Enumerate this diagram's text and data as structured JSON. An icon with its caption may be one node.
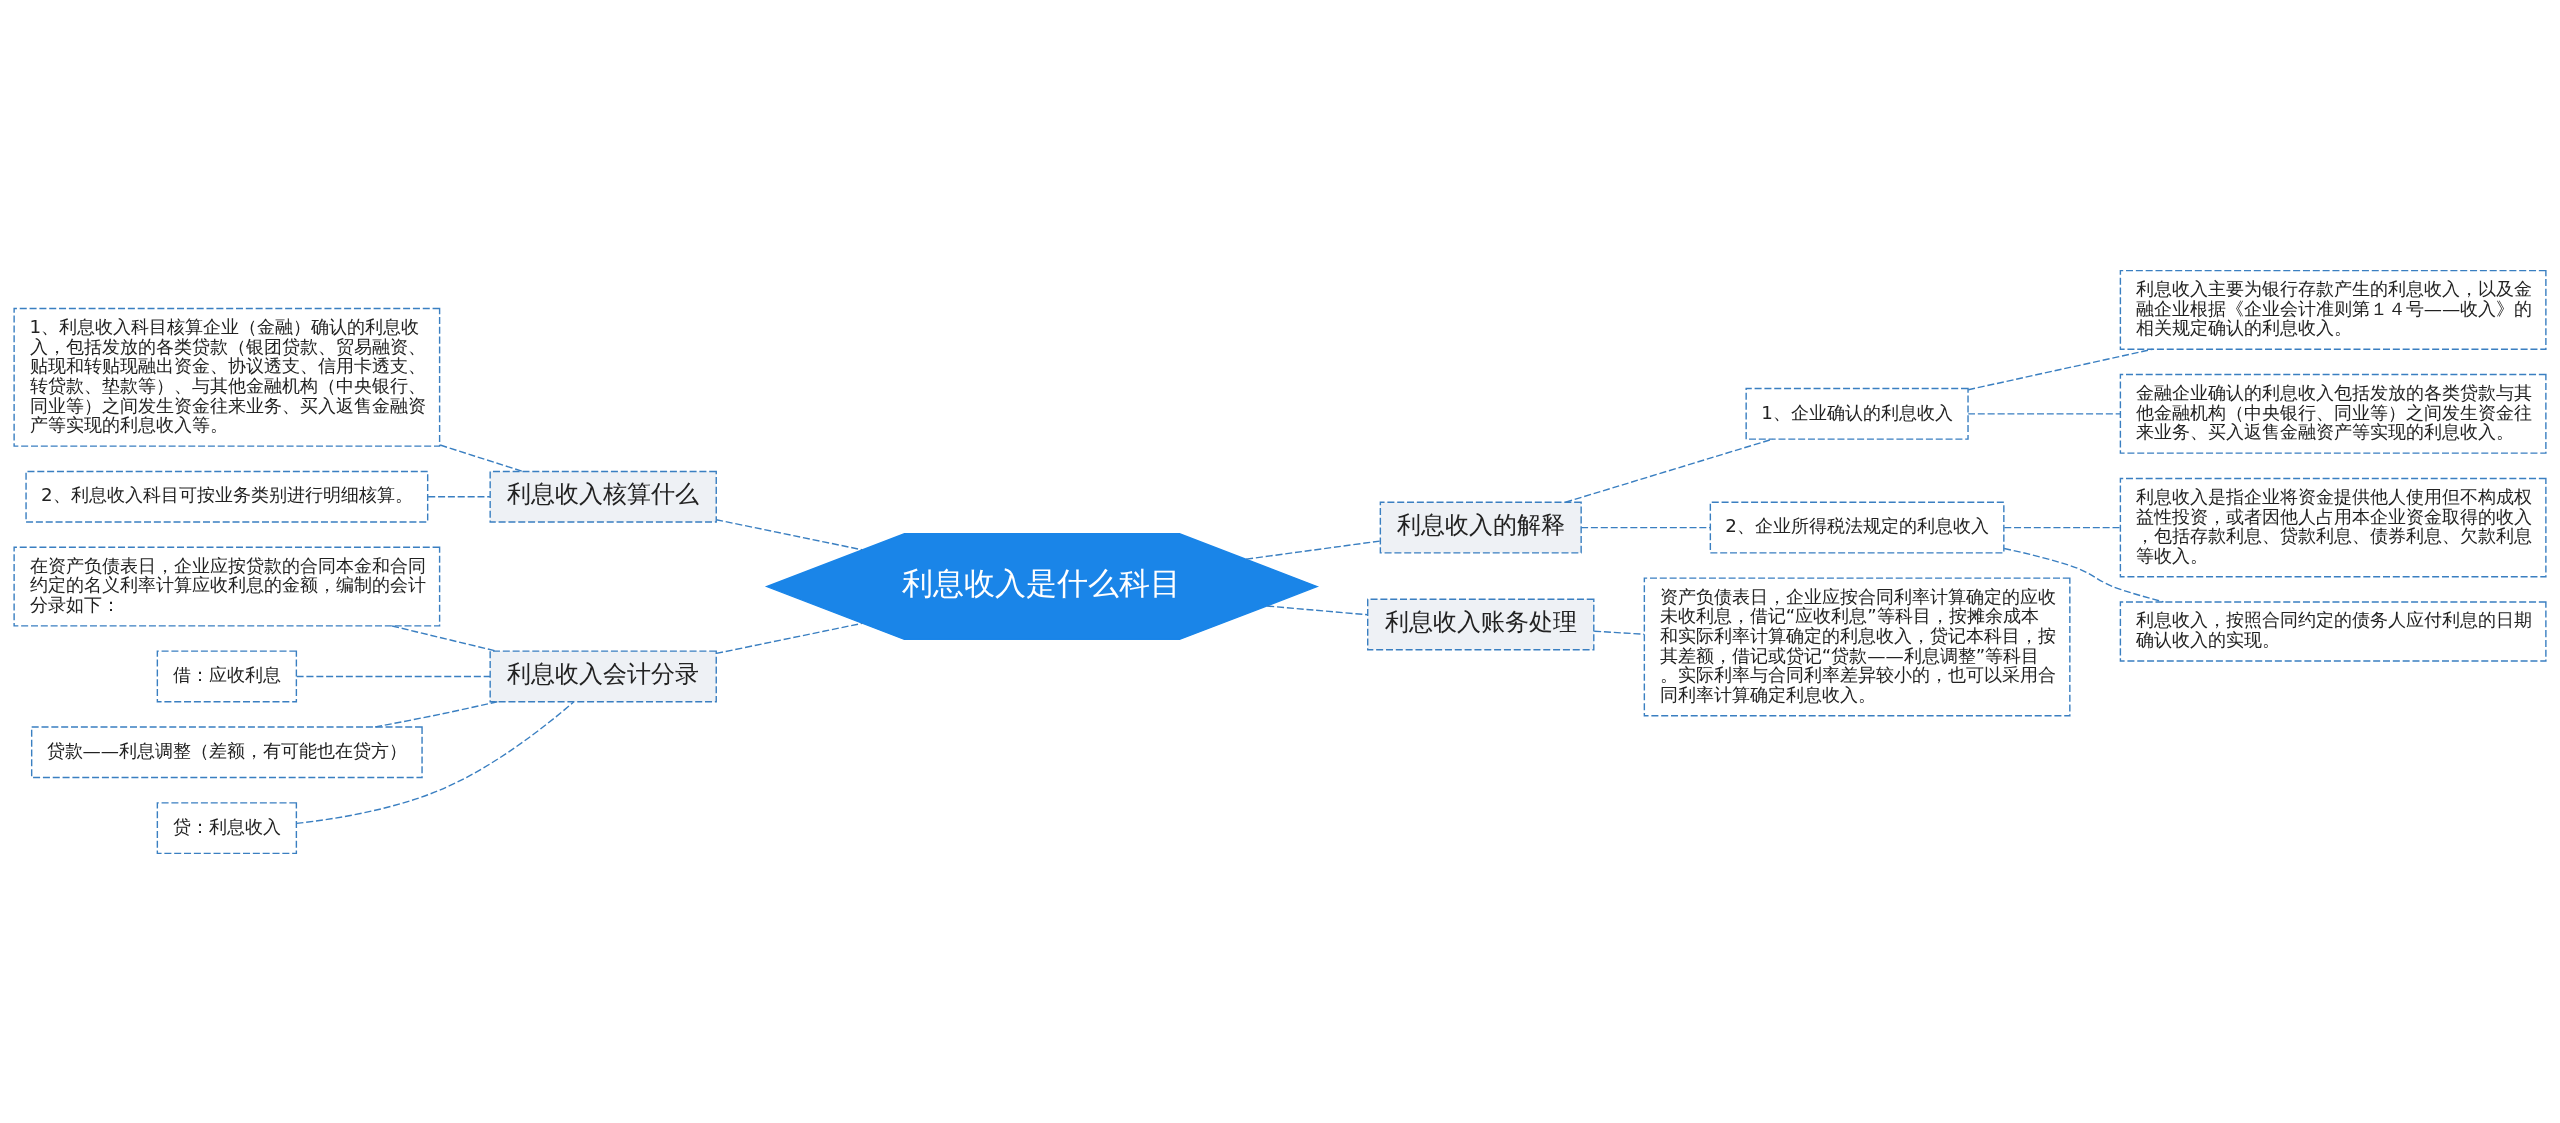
{
  "diagram": {
    "nodes": [
      {
        "text": [
          "利息收入是什么科目"
        ]
      },
      {
        "text": [
          "利息收入核算什么"
        ]
      },
      {
        "text": [
          "1、利息收入科目核算企业（金融）确认的利息收入，包括发放的各类贷款（银团贷款、贸易融资、贴现和转贴现融出资金、协议透支、信用卡透支、转贷款、垫款等）、与其他金融机构（中央银行、同业等）之间发生资金往来业务、买入返售金融资产等实现的利息收入等。"
        ]
      },
      {
        "text": [
          "2、利息收入科目可按业务类别进行明细核算。"
        ]
      },
      {
        "text": [
          "利息收入会计分录"
        ]
      },
      {
        "text": [
          "在资产负债表日，企业应按贷款的合同本金和合同约定的名义利率计算应收利息的金额，编制的会计分录如下："
        ]
      },
      {
        "text": [
          "借：应收利息"
        ]
      },
      {
        "text": [
          "贷款——利息调整（差额，有可能也在贷方）"
        ]
      },
      {
        "text": [
          "贷：利息收入"
        ]
      },
      {
        "text": [
          "利息收入的解释"
        ]
      },
      {
        "text": [
          "1、企业确认的利息收入"
        ]
      },
      {
        "text": [
          "利息收入主要为银行存款产生的利息收入，以及金融企业根据《企业会计准则第１４号——收入》的相关规定确认的利息收入。"
        ]
      },
      {
        "text": [
          "金融企业确认的利息收入包括发放的各类贷款与其他金融机构（中央银行、同业等）之间发生资金往来业务、买入返售金融资产等实现的利息收入。"
        ]
      },
      {
        "text": [
          "2、企业所得税法规定的利息收入"
        ]
      },
      {
        "text": [
          "利息收入是指企业将资金提供他人使用但不构成权益性投资，或者因他人占用本企业资金取得的收入，包括存款利息、贷款利息、债券利息、欠款利息等收入。"
        ]
      },
      {
        "text": [
          "利息收入，按照合同约定的债务人应付利息的日期确认收入的实现。"
        ]
      },
      {
        "text": [
          "利息收入账务处理"
        ]
      },
      {
        "text": [
          "资产负债表日，企业应按合同利率计算确定的应收未收利息，借记“应收利息”等科目，按摊余成本和实际利率计算确定的利息收入，贷记本科目，按其差额，借记或贷记“贷款——利息调整”等科目。实际利率与合同利率差异较小的，也可以采用合同利率计算确定利息收入。"
        ]
      }
    ],
    "edges": [
      {
        "from": 1,
        "to": 0,
        "arrow": "none",
        "style": "dashed"
      },
      {
        "from": 2,
        "to": 1,
        "arrow": "none",
        "style": "dashed"
      },
      {
        "from": 3,
        "to": 1,
        "arrow": "none",
        "style": "dashed"
      },
      {
        "from": 4,
        "to": 0,
        "arrow": "none",
        "style": "dashed"
      },
      {
        "from": 5,
        "to": 4,
        "arrow": "none",
        "style": "dashed"
      },
      {
        "from": 6,
        "to": 4,
        "arrow": "none",
        "style": "dashed"
      },
      {
        "from": 7,
        "to": 4,
        "arrow": "none",
        "style": "dashed"
      },
      {
        "from": 8,
        "to": 4,
        "arrow": "none",
        "style": "dashed"
      },
      {
        "from": 0,
        "to": 9,
        "arrow": "none",
        "style": "dashed"
      },
      {
        "from": 9,
        "to": 10,
        "arrow": "none",
        "style": "dashed"
      },
      {
        "from": 10,
        "to": 11,
        "arrow": "none",
        "style": "dashed"
      },
      {
        "from": 10,
        "to": 12,
        "arrow": "none",
        "style": "dashed"
      },
      {
        "from": 9,
        "to": 13,
        "arrow": "none",
        "style": "dashed"
      },
      {
        "from": 13,
        "to": 14,
        "arrow": "none",
        "style": "dashed"
      },
      {
        "from": 13,
        "to": 15,
        "arrow": "none",
        "style": "dashed"
      },
      {
        "from": 0,
        "to": 16,
        "arrow": "none",
        "style": "dashed"
      },
      {
        "from": 16,
        "to": 17,
        "arrow": "none",
        "style": "dashed"
      }
    ]
  }
}
